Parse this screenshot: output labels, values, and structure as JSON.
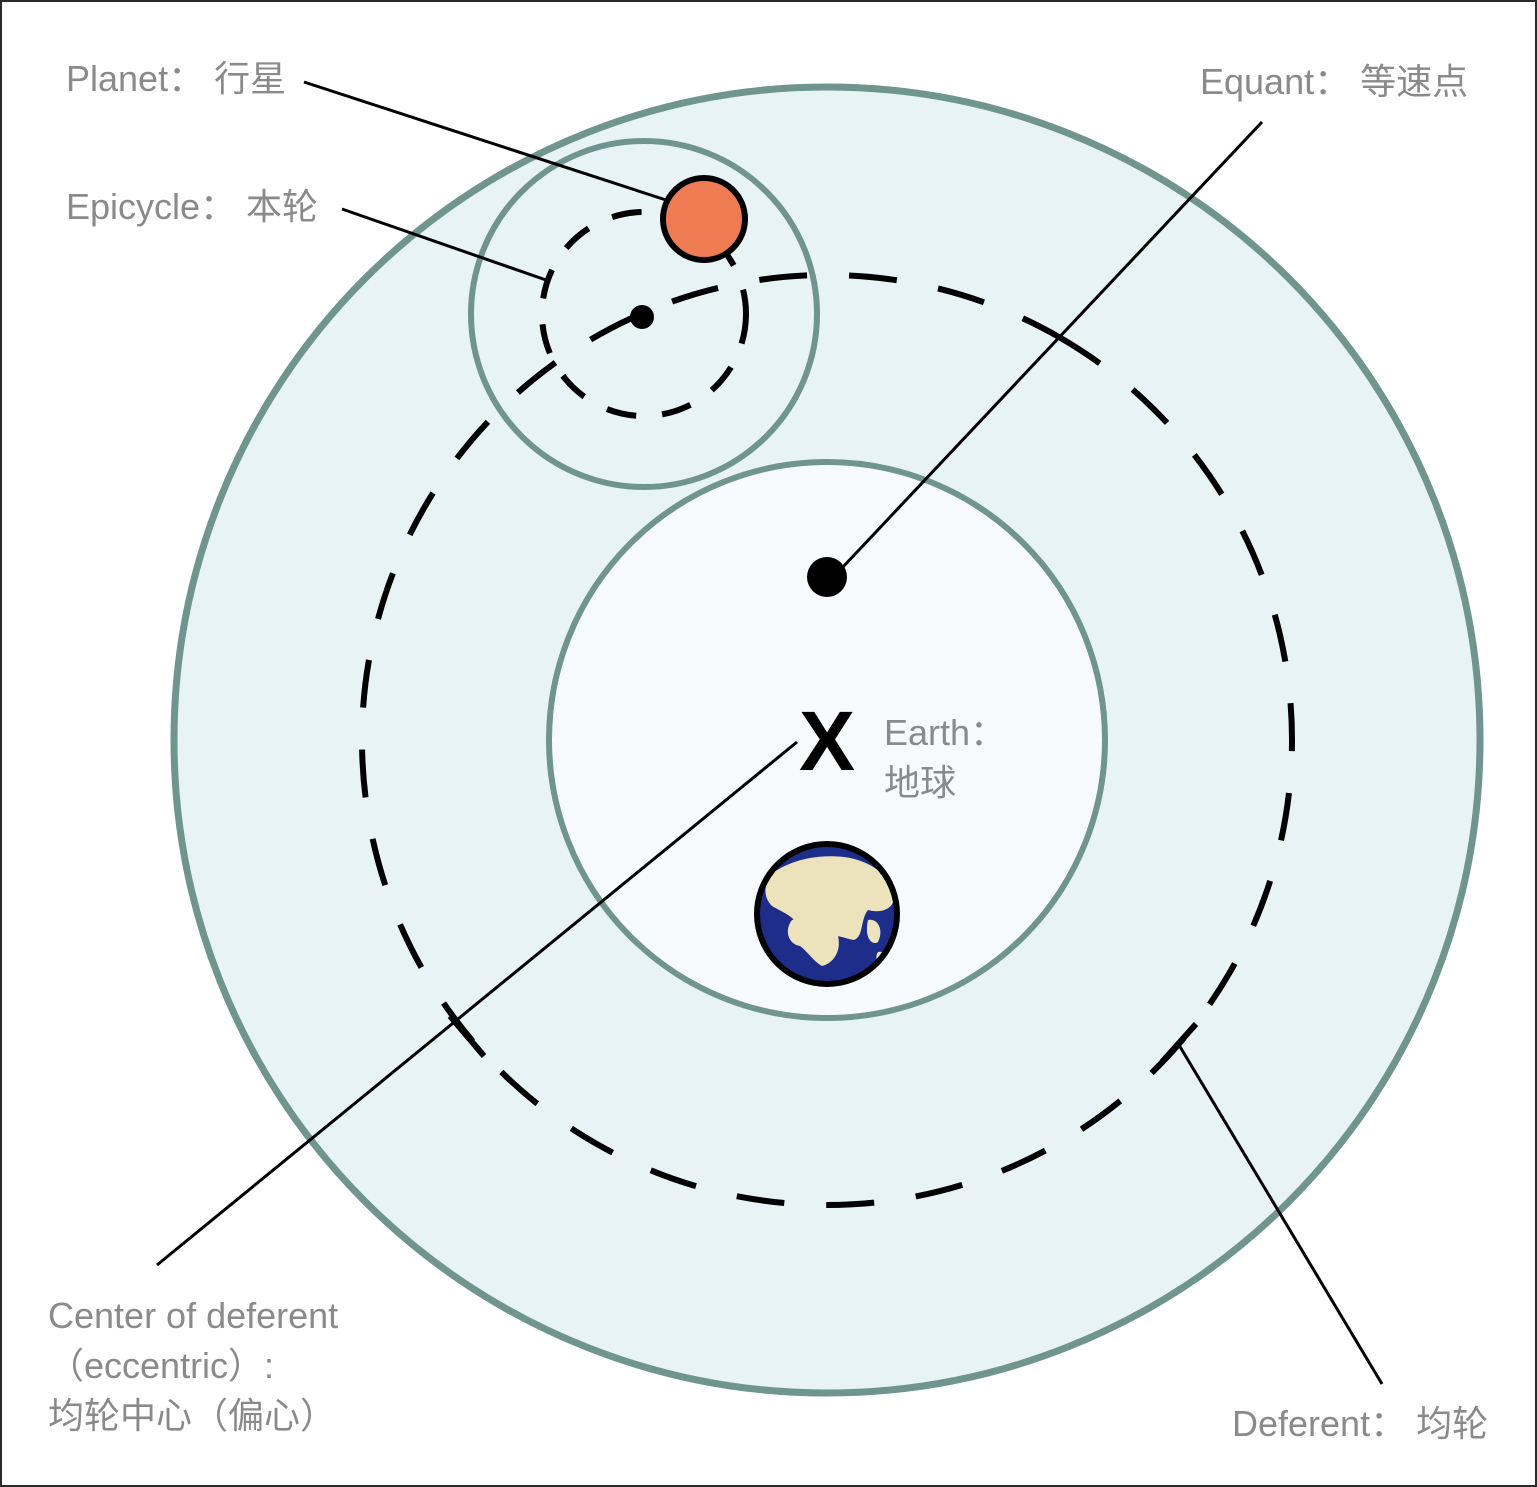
{
  "labels": {
    "planet": "Planet： 行星",
    "epicycle": "Epicycle： 本轮",
    "equant": "Equant： 等速点",
    "earth_line1": "Earth：",
    "earth_line2": "地球",
    "center_line1": "Center of deferent",
    "center_line2": "（eccentric）:",
    "center_line3": "均轮中心（偏心）",
    "deferent": "Deferent： 均轮",
    "center_mark": "X"
  },
  "colors": {
    "outer_fill": "#e8f3f6",
    "inner_fill": "#f6fafc",
    "ring_stroke": "#6f958e",
    "planet": "#ee7b52",
    "earth_ocean": "#1e2c8a",
    "earth_land": "#ece2bc",
    "label_text": "#8a8a8a",
    "leader_line": "#000000"
  },
  "icons": {
    "planet": "planet-icon",
    "earth": "earth-globe-icon",
    "equant": "equant-dot-icon",
    "epicycle_center": "epicycle-center-dot-icon"
  }
}
